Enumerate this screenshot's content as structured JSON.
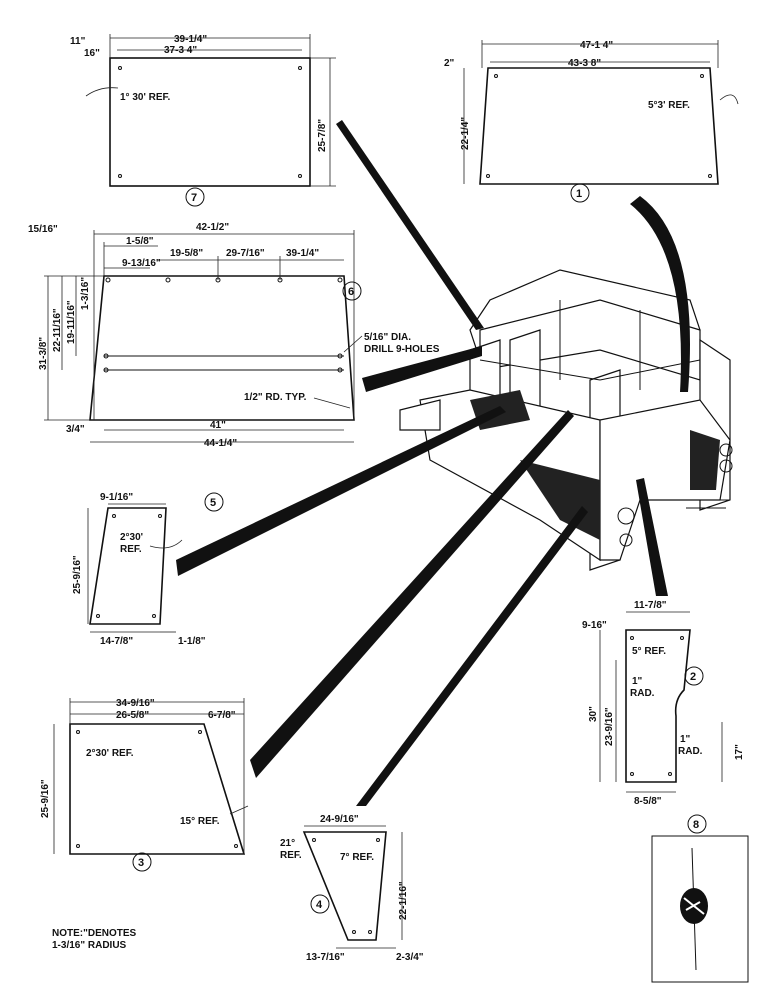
{
  "panes": {
    "p7": {
      "number": "7",
      "dims": [
        "39-1/4\"",
        "37-3 4\"",
        "25-7/8\"",
        "11\"",
        "16\""
      ],
      "ref": "1° 30' REF."
    },
    "p1": {
      "number": "1",
      "dims": [
        "47-1 4\"",
        "43-3 8\"",
        "22-1/4\"",
        "2\""
      ],
      "ref": "5°3' REF."
    },
    "p6": {
      "number": "6",
      "dims": [
        "42-1/2\"",
        "15/16\"",
        "1-5/8\"",
        "9-13/16\"",
        "19-5/8\"",
        "29-7/16\"",
        "39-1/4\"",
        "31-3/8\"",
        "22-11/16\"",
        "19-11/16\"",
        "1-3/16\"",
        "41\"",
        "44-1/4\"",
        "3/4\""
      ],
      "notes": [
        "5/16\" DIA.",
        "DRILL 9-HOLES",
        "1/2\" RD. TYP."
      ]
    },
    "p5": {
      "number": "5",
      "dims": [
        "9-1/16\"",
        "25-9/16\"",
        "14-7/8\"",
        "1-1/8\""
      ],
      "ref": [
        "2°30'",
        "REF."
      ]
    },
    "p2": {
      "number": "2",
      "dims": [
        "11-7/8\"",
        "9-16\"",
        "30\"",
        "23-9/16\"",
        "17\"",
        "8-5/8\""
      ],
      "notes": [
        "5° REF.",
        "1\"",
        "RAD.",
        "1\"",
        "RAD."
      ]
    },
    "p3": {
      "number": "3",
      "dims": [
        "34-9/16\"",
        "26-5/8\"",
        "6-7/8\"",
        "25-9/16\""
      ],
      "notes": [
        "2°30' REF.",
        "15° REF."
      ]
    },
    "p4": {
      "number": "4",
      "dims": [
        "24-9/16\"",
        "22-1/16\"",
        "13-7/16\"",
        "2-3/4\""
      ],
      "notes": [
        "21°",
        "REF.",
        "7° REF."
      ]
    },
    "p8": {
      "number": "8"
    }
  },
  "note": [
    "NOTE:\"DENOTES",
    "1-3/16\" RADIUS"
  ]
}
